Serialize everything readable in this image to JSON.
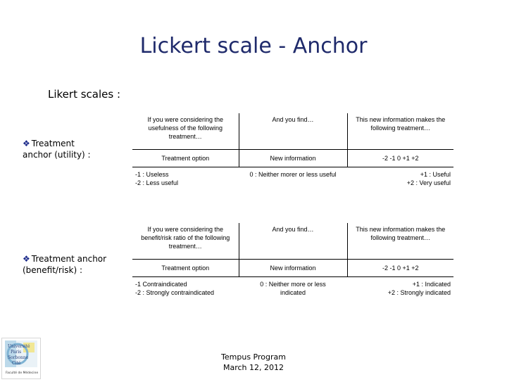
{
  "title": "Lickert scale - Anchor",
  "subtitle": "Likert scales :",
  "bullets": {
    "utility": [
      "Treatment",
      "anchor (utility) :"
    ],
    "benefit": [
      "Treatment anchor",
      "(benefit/risk) :"
    ]
  },
  "table1": {
    "header": [
      "If you were considering the usefulness of the following treatment…",
      "And you find…",
      "This new information makes the following treatment…"
    ],
    "row2": [
      "Treatment option",
      "New information",
      "-2  -1  0  +1  +2"
    ],
    "legend": {
      "left": [
        "-1 : Useless",
        "-2 : Less useful"
      ],
      "mid": "0 : Neither morer or less useful",
      "right": [
        "+1 : Useful",
        "+2 : Very useful"
      ]
    }
  },
  "table2": {
    "header": [
      "If you were considering the benefit/risk ratio of the following treatment…",
      "And you find…",
      "This new information makes the following treatment…"
    ],
    "row2": [
      "Treatment option",
      "New information",
      "-2  -1  0  +1  +2"
    ],
    "legend": {
      "left": [
        "-1 Contraindicated",
        "-2 : Strongly contraindicated"
      ],
      "mid": [
        "0 : Neither more or less",
        "indicated"
      ],
      "right": [
        "+1 : Indicated",
        "+2 : Strongly indicated"
      ]
    }
  },
  "footer": [
    "Tempus Program",
    "March 12, 2012"
  ],
  "logo": {
    "lines": [
      "Université",
      "Paris",
      "Sorbonne",
      "Cité"
    ],
    "caption": "Faculté de Médecine"
  },
  "colors": {
    "title": "#1f2a6b",
    "bullet": "#1b2a8a"
  }
}
